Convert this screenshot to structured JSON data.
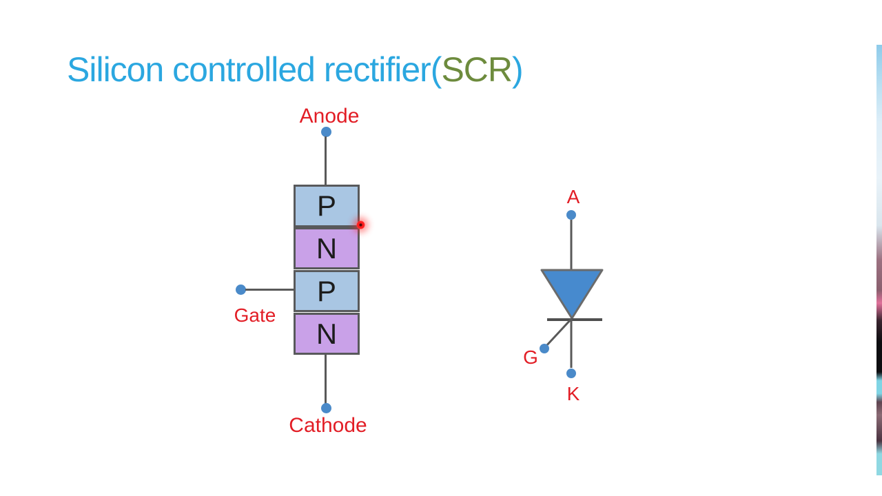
{
  "slide": {
    "title": {
      "pre": "Silicon controlled rectifier(",
      "scr": "SCR",
      "post": ")"
    }
  },
  "layer_diagram": {
    "anode_label": "Anode",
    "gate_label": "Gate",
    "cathode_label": "Cathode",
    "layers": [
      {
        "label": "P",
        "type": "p"
      },
      {
        "label": "N",
        "type": "n"
      },
      {
        "label": "P",
        "type": "p"
      },
      {
        "label": "N",
        "type": "n"
      }
    ]
  },
  "symbol_diagram": {
    "anode_label": "A",
    "gate_label": "G",
    "cathode_label": "K"
  },
  "colors": {
    "title_blue": "#2ba7e0",
    "title_olive": "#6d8b3d",
    "label_red": "#e21d25",
    "p_region_fill": "#a9c6e3",
    "n_region_fill": "#c9a1e8",
    "outline_gray": "#58595b",
    "wire_gray": "#595959",
    "terminal_dot_blue": "#4a8ac9",
    "symbol_triangle_fill": "#478ace",
    "laser_pointer_red": "#ff1f1f"
  }
}
